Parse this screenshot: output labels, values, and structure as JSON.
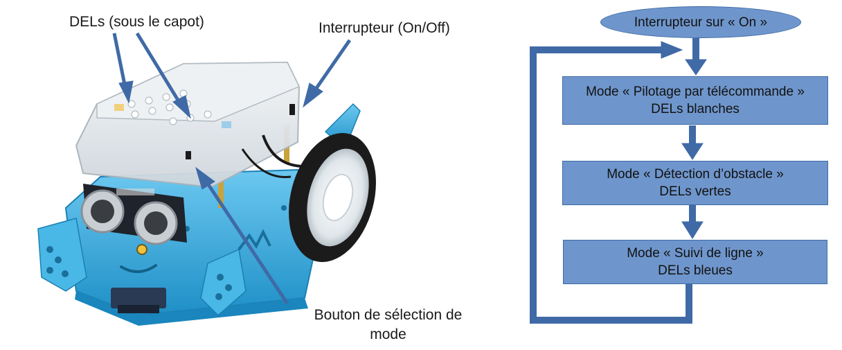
{
  "labels": {
    "leds": "DELs (sous le capot)",
    "switch": "Interrupteur (On/Off)",
    "mode_button_line1": "Bouton de sélection de",
    "mode_button_line2": "mode"
  },
  "flowchart": {
    "start": "Interrupteur sur « On »",
    "steps": [
      {
        "line1": "Mode « Pilotage par télécommande »",
        "line2": "DELs blanches"
      },
      {
        "line1": "Mode « Détection d’obstacle »",
        "line2": "DELs vertes"
      },
      {
        "line1": "Mode « Suivi de ligne »",
        "line2": "DELs bleues"
      }
    ]
  },
  "colors": {
    "arrow": "#3f6aa6",
    "node_fill": "#6f96cc",
    "robot_chassis": "#3aaee0"
  }
}
